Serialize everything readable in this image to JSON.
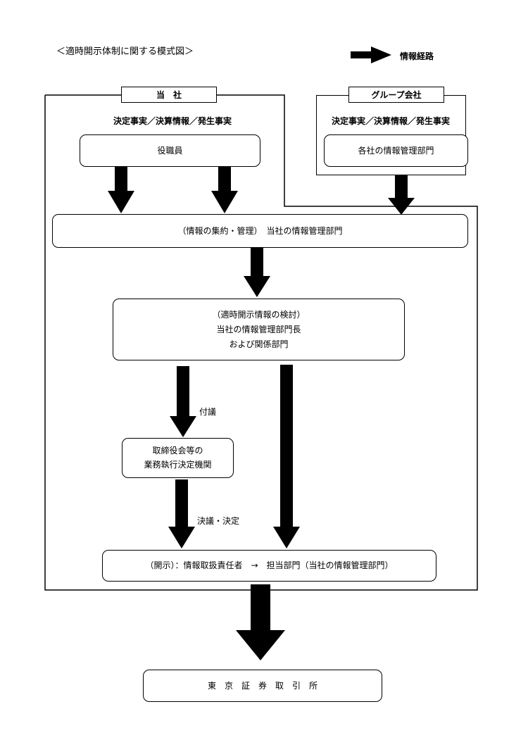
{
  "title": "＜適時開示体制に関する模式図＞",
  "legend": {
    "label": "情報経路"
  },
  "company": {
    "tab": "当　社",
    "facts": "決定事実／決算情報／発生事実",
    "officers": "役職員",
    "collection": "（情報の集約・管理）　当社の情報管理部門",
    "review": [
      "（適時開示情報の検討）",
      "当社の情報管理部門長",
      "および関係部門"
    ],
    "board": [
      "取締役会等の",
      "業務執行決定機関"
    ],
    "disclosure": "（開示）：情報取扱責任者　→　担当部門（当社の情報管理部門）",
    "label_submit": "付議",
    "label_decide": "決議・決定"
  },
  "group": {
    "tab": "グループ会社",
    "facts": "決定事実／決算情報／発生事実",
    "dept": "各社の情報管理部門"
  },
  "exchange": "東　京　証　券　取　引　所",
  "colors": {
    "line": "#000000",
    "arrow": "#000000",
    "background": "#ffffff"
  }
}
